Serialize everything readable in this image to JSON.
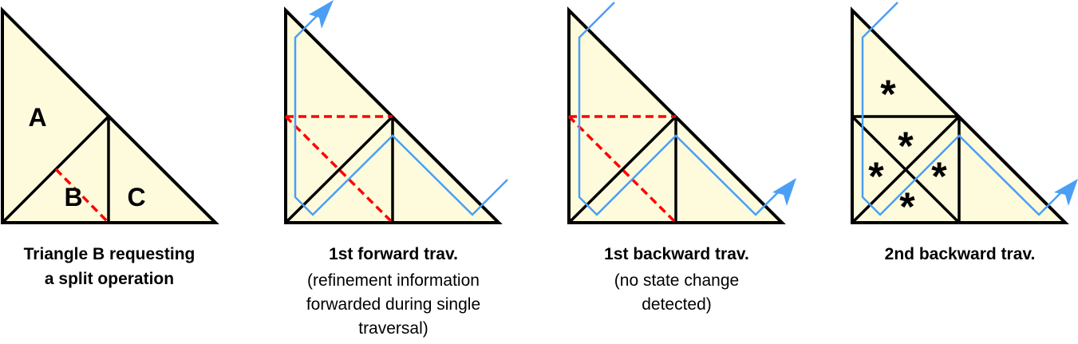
{
  "panels": [
    {
      "title_lines": [
        "Triangle B requesting",
        "a split operation"
      ],
      "sub_lines": [],
      "labels": [
        "A",
        "B",
        "C"
      ]
    },
    {
      "title_lines": [
        "1st forward trav."
      ],
      "sub_lines": [
        "(refinement information",
        "forwarded during single",
        "traversal)"
      ]
    },
    {
      "title_lines": [
        "1st backward trav."
      ],
      "sub_lines": [
        "(no state change",
        "detected)"
      ]
    },
    {
      "title_lines": [
        "2nd backward trav."
      ],
      "sub_lines": [],
      "marks": [
        "*",
        "*",
        "*",
        "*",
        "*"
      ]
    }
  ],
  "colors": {
    "fill": "#fdfbdc",
    "split": "#ff0000",
    "traversal": "#4a9ff5"
  }
}
